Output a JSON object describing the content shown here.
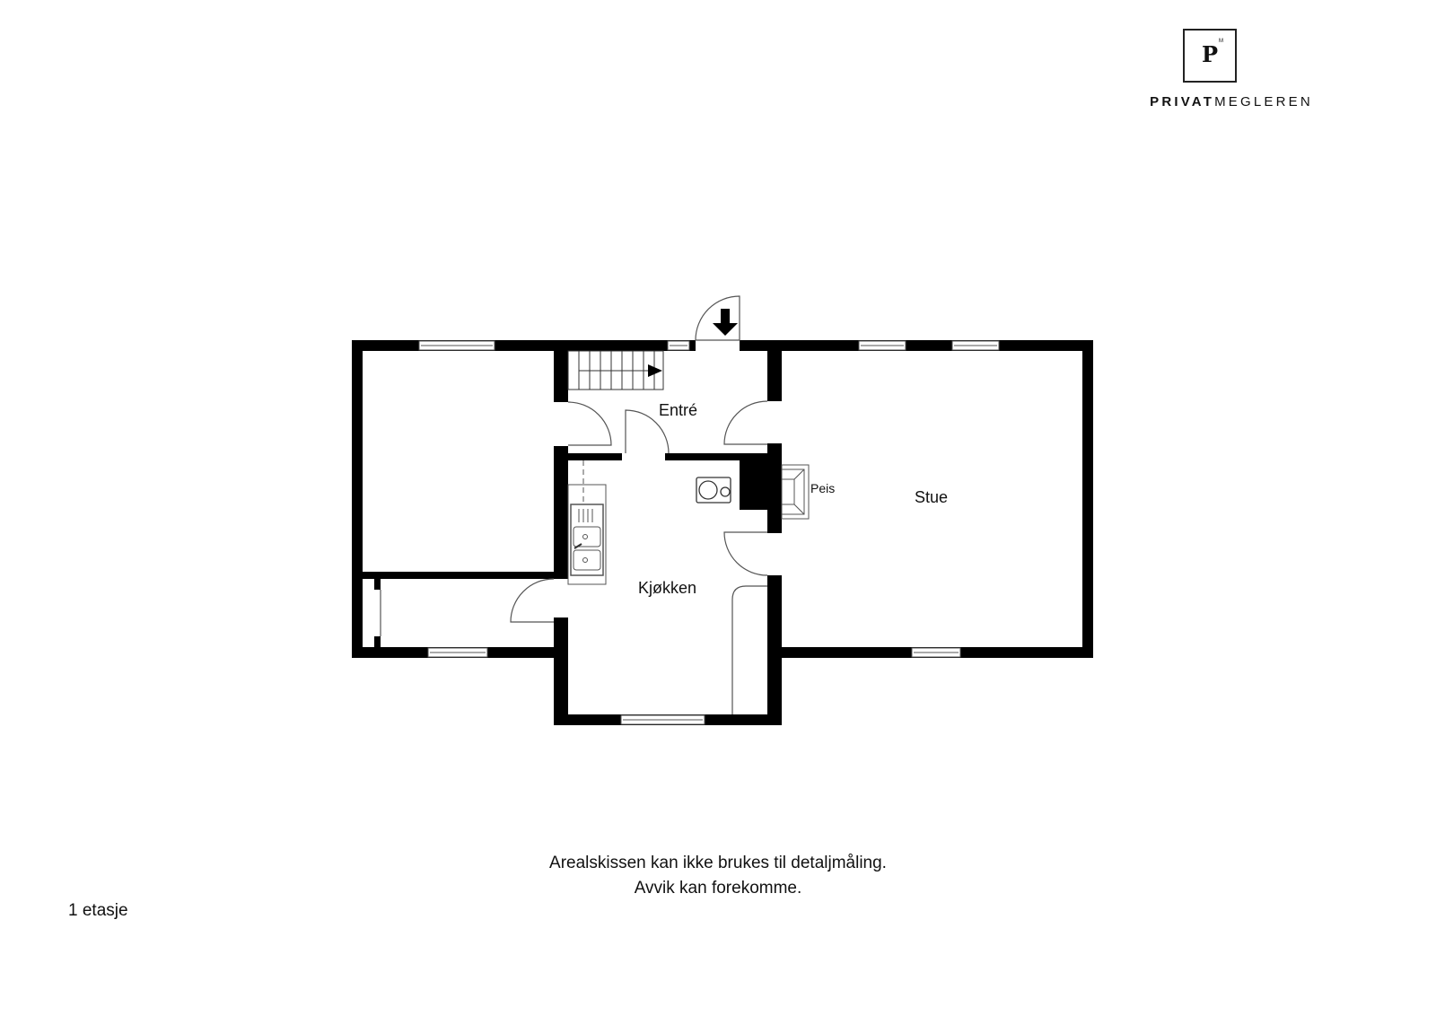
{
  "brand": {
    "logo_letter": "P",
    "logo_superscript": "M",
    "name_bold": "PRIVAT",
    "name_light": "MEGLEREN"
  },
  "floor_plan": {
    "rooms": {
      "entrance": "Entré",
      "kitchen": "Kjøkken",
      "living_room": "Stue",
      "fireplace": "Peis"
    },
    "entry_arrow_icon": "arrow-down-icon",
    "stair_arrow_icon": "arrow-right-icon",
    "wall_color": "#000000",
    "background_color": "#ffffff"
  },
  "disclaimer": {
    "line1": "Arealskissen kan ikke brukes til detaljmåling.",
    "line2": "Avvik kan forekomme."
  },
  "floor_label": "1 etasje"
}
